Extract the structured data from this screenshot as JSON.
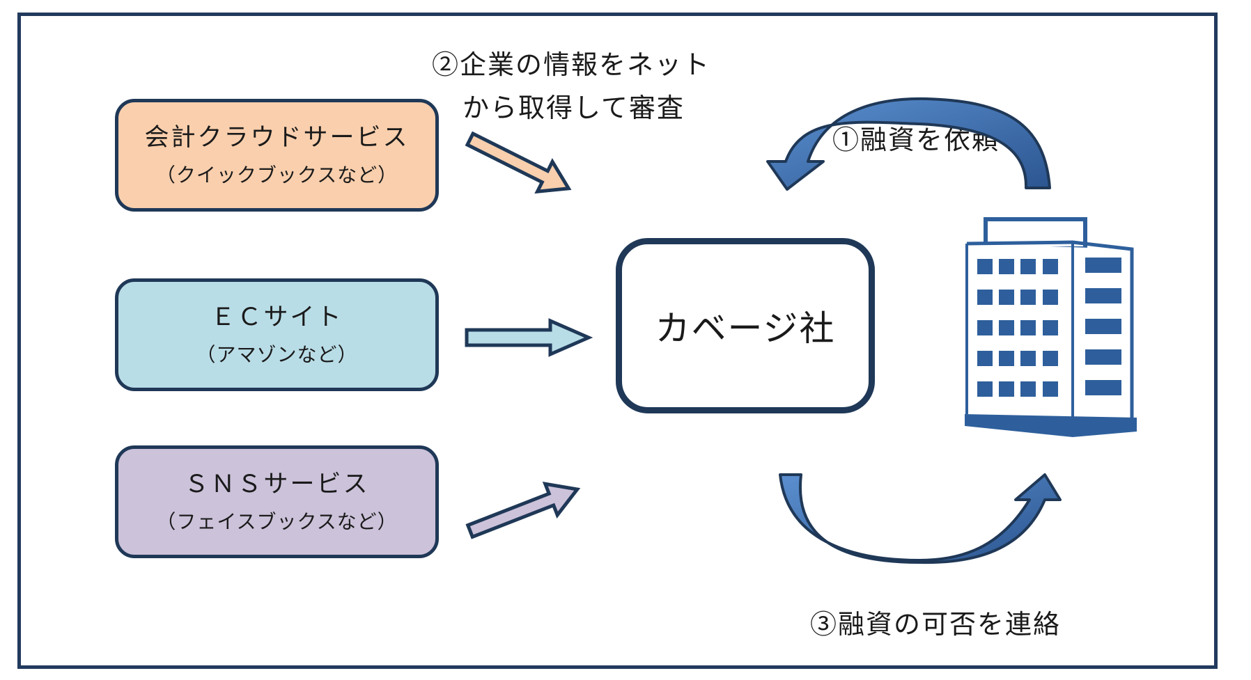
{
  "sources": [
    {
      "title": "会計クラウドサービス",
      "subtitle": "（クイックブックスなど）",
      "color": "#f9cfad"
    },
    {
      "title": "ＥＣサイト",
      "subtitle": "（アマゾンなど）",
      "color": "#b9dde7"
    },
    {
      "title": "ＳＮＳサービス",
      "subtitle": "（フェイスブックスなど）",
      "color": "#ccc2da"
    }
  ],
  "center": {
    "label": "カベージ社"
  },
  "steps": {
    "step2_line1": "②企業の情報をネット",
    "step2_line2": "から取得して審査",
    "step1": "①融資を依頼",
    "step3": "③融資の可否を連絡"
  },
  "icons": {
    "company": "office-building-icon"
  },
  "colors": {
    "border": "#1f3857",
    "arrow_blue": "#3a6aa6",
    "building": "#2e5f9c"
  }
}
